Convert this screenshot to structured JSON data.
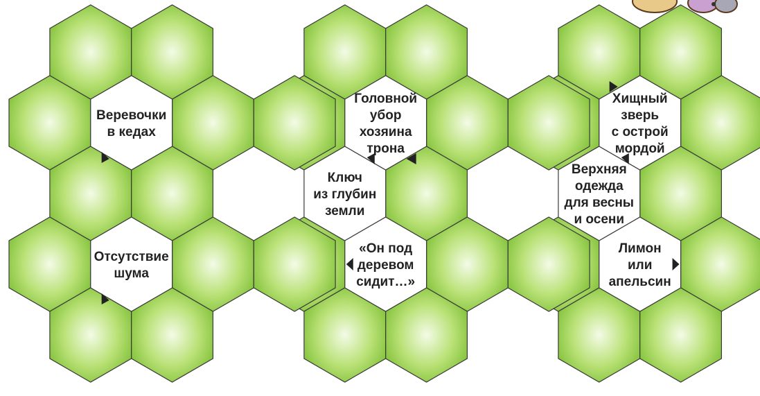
{
  "colors": {
    "hex_green_light": "#f3fbe6",
    "hex_green_mid": "#b9e176",
    "hex_green_edge": "#7cbe34",
    "hex_white": "#ffffff",
    "hex_stroke": "#3a3a3a",
    "arrow": "#222222"
  },
  "clues": [
    {
      "id": "laces",
      "lines": [
        "Веревочки",
        "в кедах"
      ]
    },
    {
      "id": "silence",
      "lines": [
        "Отсутствие",
        "шума"
      ]
    },
    {
      "id": "key",
      "lines": [
        "Ключ",
        "из глубин",
        "земли"
      ]
    },
    {
      "id": "crown",
      "lines": [
        "Головной",
        "убор",
        "хозяина",
        "трона"
      ]
    },
    {
      "id": "mushroom",
      "lines": [
        "«Он под",
        "деревом",
        "сидит…»"
      ]
    },
    {
      "id": "coat",
      "lines": [
        "Верхняя",
        "одежда",
        "для весны",
        "и осени"
      ]
    },
    {
      "id": "fox",
      "lines": [
        "Хищный",
        "зверь",
        "с острой",
        "мордой"
      ]
    },
    {
      "id": "citrus",
      "lines": [
        "Лимон",
        "или",
        "апельсин"
      ]
    }
  ],
  "decor": {
    "corner_illustration": "cartoon-character-icon"
  }
}
